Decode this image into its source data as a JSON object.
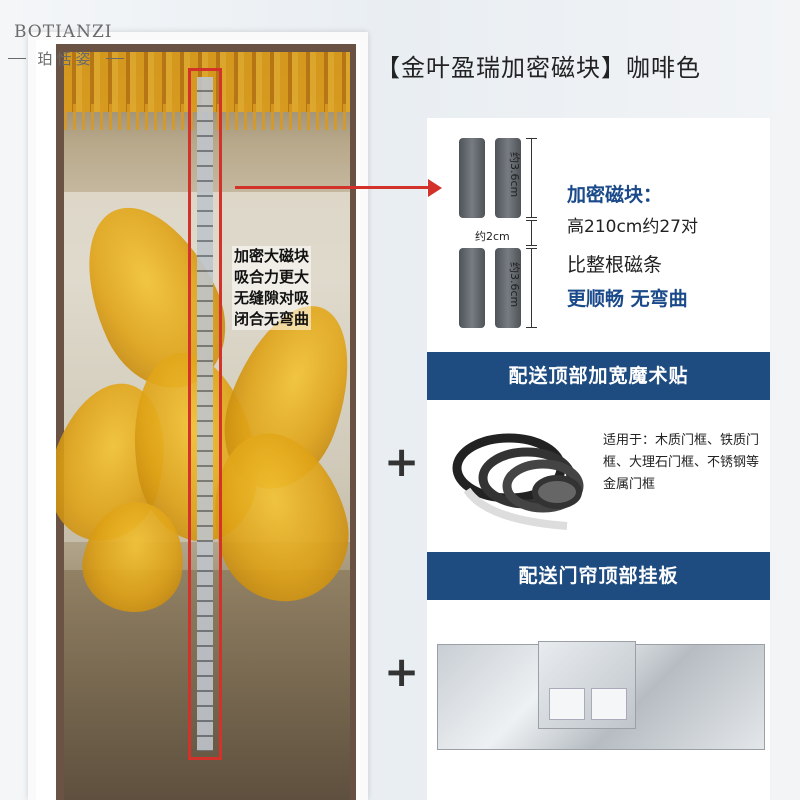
{
  "logo": {
    "en": "BOTIANZI",
    "cn": "珀恬姿"
  },
  "product": {
    "title": "【金叶盈瑞加密磁块】咖啡色",
    "door_label_lines": [
      "加密大磁块",
      "吸合力更大",
      "无缝隙对吸",
      "闭合无弯曲"
    ]
  },
  "magnet_spec": {
    "dim_length": "约3.6cm",
    "dim_gap": "约2cm",
    "feature_title": "加密磁块：",
    "feature_line1": "高210cm约27对",
    "feature_line2": "比整根磁条",
    "feature_line3": "更顺畅 无弯曲"
  },
  "velcro": {
    "banner": "配送顶部加宽魔术贴",
    "plus": "+",
    "text": "适用于：木质门框、铁质门框、大理石门框、不锈钢等金属门框"
  },
  "plate": {
    "banner": "配送门帘顶部挂板",
    "plus": "+"
  },
  "colors": {
    "accent_red": "#d2322a",
    "banner_blue": "#1e4b80",
    "leaf_gold": "#dfa216"
  }
}
